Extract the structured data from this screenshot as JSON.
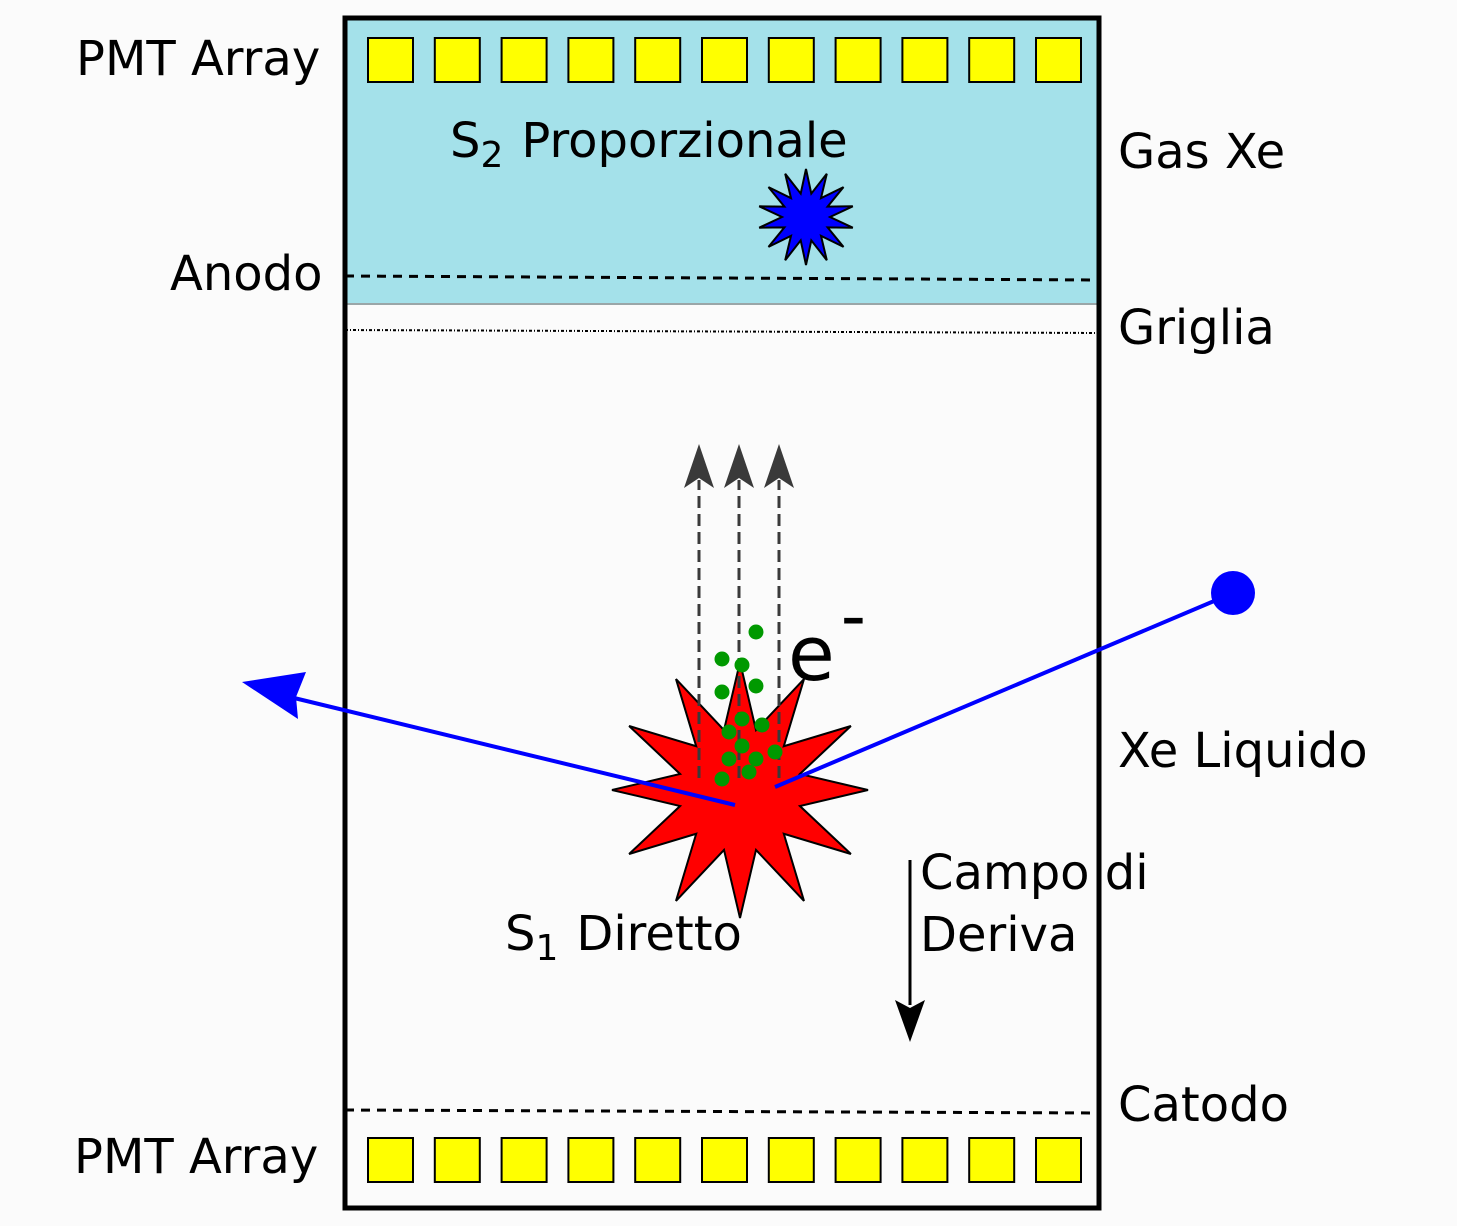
{
  "labels": {
    "pmt_top": "PMT Array",
    "pmt_bottom": "PMT Array",
    "gas": "Gas Xe",
    "anode": "Anodo",
    "grid": "Griglia",
    "liquid": "Xe Liquido",
    "cathode": "Catodo",
    "drift_line1": "Campo di",
    "drift_line2": "Deriva",
    "s2_letter": "S",
    "s2_sub": "2",
    "s2_text": "Proporzionale",
    "s1_letter": "S",
    "s1_sub": "1",
    "s1_text": "Diretto",
    "electron": "e",
    "electron_sup": "-"
  },
  "pmt_count": 11,
  "colors": {
    "gas": "#a4e1ea",
    "pmt": "#ffff00",
    "s1_flash": "#ff0000",
    "s2_flash": "#0000ff",
    "particle": "#0000ff",
    "electrons": "#009900",
    "drift_arrows": "#3a3a3a"
  },
  "icons": {
    "s1": "red-starburst-icon",
    "s2": "blue-starburst-icon",
    "incoming": "particle-dot-icon"
  }
}
